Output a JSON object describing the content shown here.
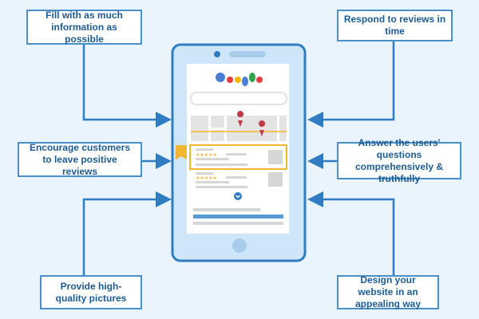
{
  "tips_left": [
    "Fill with as much information as possible",
    "Encourage customers to leave positive reviews",
    "Provide high-quality pictures"
  ],
  "tips_right": [
    "Respond to reviews in time",
    "Answer the users' questions comprehensively & truthfully",
    "Design your website in an appealing way"
  ],
  "colors": {
    "background": "#e9f4fc",
    "accent": "#2f7dc0",
    "highlight": "#f2b632"
  }
}
